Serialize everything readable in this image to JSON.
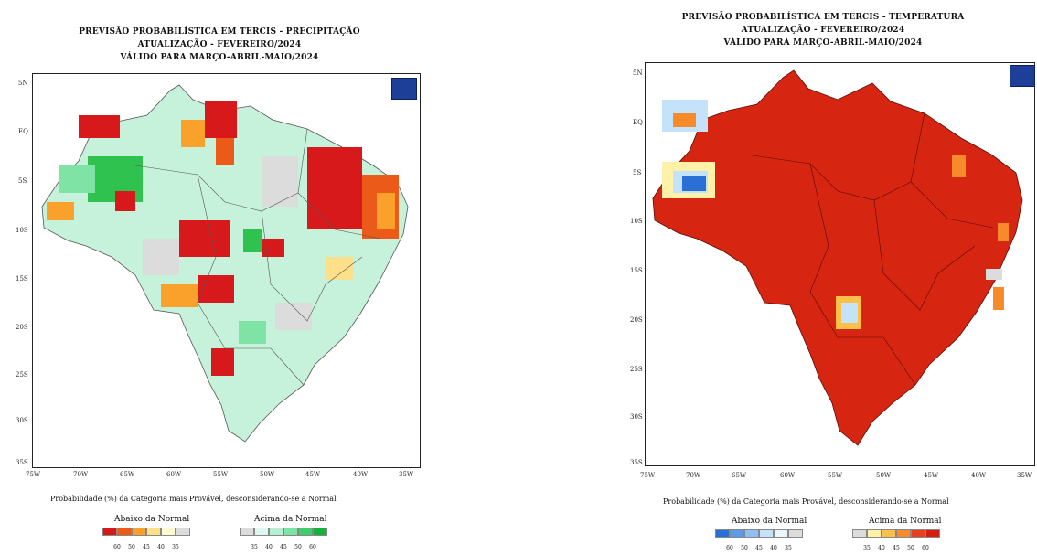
{
  "left": {
    "titles": [
      "PREVISÃO PROBABILÍSTICA EM TERCIS - PRECIPITAÇÃO",
      "ATUALIZAÇÃO - FEVEREIRO/2024",
      "VÁLIDO PARA MARÇO-ABRIL-MAIO/2024"
    ],
    "y_ticks": [
      "5N",
      "EQ",
      "5S",
      "10S",
      "15S",
      "20S",
      "25S",
      "30S",
      "35S"
    ],
    "x_ticks": [
      "75W",
      "70W",
      "65W",
      "60W",
      "55W",
      "50W",
      "45W",
      "40W",
      "35W"
    ],
    "caption": "Probabilidade (%) da Categoria mais Provável, desconsiderando-se a Normal",
    "below_label": "Abaixo da Normal",
    "above_label": "Acima da Normal",
    "below_values": [
      "60",
      "50",
      "45",
      "40",
      "35"
    ],
    "above_values": [
      "35",
      "40",
      "45",
      "50",
      "60"
    ],
    "below_colors": [
      "#d7191c",
      "#ec5a1a",
      "#f9a12b",
      "#fee08b",
      "#fffbd0",
      "#dcdcdc"
    ],
    "above_colors": [
      "#dcdcdc",
      "#e0f7f0",
      "#b6efd2",
      "#7fe3a5",
      "#3fcf6a",
      "#11b33a"
    ]
  },
  "right": {
    "titles": [
      "PREVISÃO PROBABILÍSTICA EM TERCIS - TEMPERATURA",
      "ATUALIZAÇÃO - FEVEREIRO/2024",
      "VÁLIDO PARA MARÇO-ABRIL-MAIO/2024"
    ],
    "y_ticks": [
      "5N",
      "EQ",
      "5S",
      "10S",
      "15S",
      "20S",
      "25S",
      "30S",
      "35S"
    ],
    "x_ticks": [
      "75W",
      "70W",
      "65W",
      "60W",
      "55W",
      "50W",
      "45W",
      "40W",
      "35W"
    ],
    "caption": "Probabilidade (%) da Categoria mais Provável, desconsiderando-se a Normal",
    "below_label": "Abaixo da Normal",
    "above_label": "Acima da Normal",
    "below_values": [
      "60",
      "50",
      "45",
      "40",
      "35"
    ],
    "above_values": [
      "35",
      "40",
      "45",
      "50",
      "60"
    ],
    "below_colors": [
      "#2a6fd6",
      "#5b9be8",
      "#8fc0f2",
      "#c4e2fa",
      "#eaf6ff",
      "#dcdcdc"
    ],
    "above_colors": [
      "#dcdcdc",
      "#fff2a8",
      "#fbc04a",
      "#f78a2a",
      "#e8401e",
      "#d41c12"
    ]
  },
  "fill_colors": {
    "land_red": "#d62510",
    "orange": "#f49a2a",
    "light_green": "#c6f2dc",
    "green": "#2fc24f",
    "grey": "#dcdcdc",
    "blue": "#2a6fd6"
  }
}
